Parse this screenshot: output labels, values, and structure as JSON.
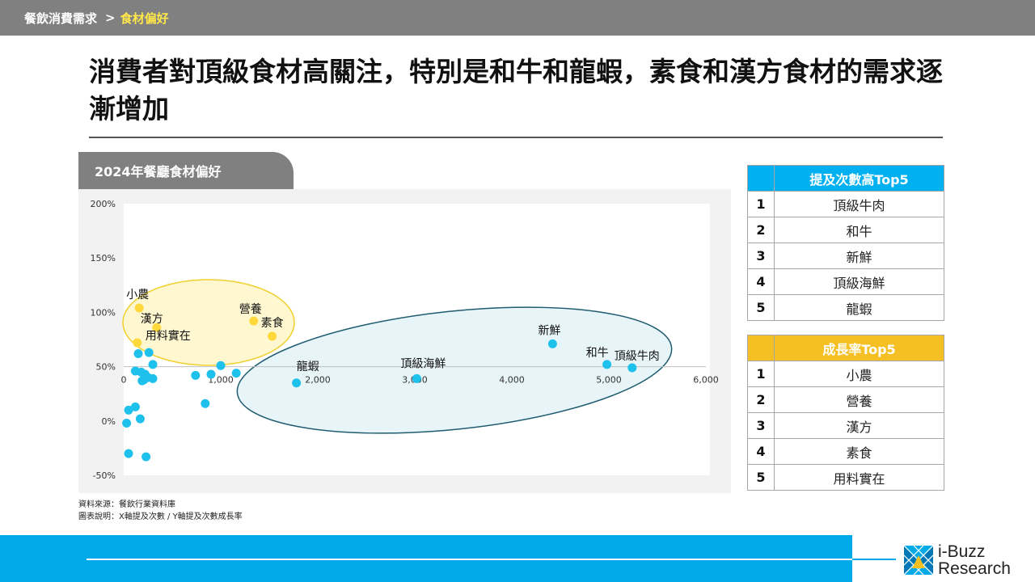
{
  "breadcrumb": {
    "parent": "餐飲消費需求",
    "separator": ">",
    "current": "食材偏好"
  },
  "headline": "消費者對頂級食材高關注，特別是和牛和龍蝦，素食和漢方食材的需求逐漸增加",
  "chart_title": "2024年餐廳食材偏好",
  "colors": {
    "series_blue": "#1ec1ec",
    "series_yellow": "#ffd93b",
    "blue_ellipse_fill": "#e3f2f7",
    "blue_ellipse_stroke": "#1f5c70",
    "yellow_ellipse_fill": "#fff6c8",
    "yellow_ellipse_stroke": "#f0d030",
    "header_blue": "#00b0f0",
    "header_yellow": "#f5c023",
    "brand_blue": "#00a9e8"
  },
  "chart_data": {
    "type": "scatter",
    "x_ticks": [
      "0",
      "1,000",
      "2,000",
      "3,000",
      "4,000",
      "5,000",
      "6,000"
    ],
    "y_ticks": [
      "200%",
      "150%",
      "100%",
      "50%",
      "0%",
      "-50%"
    ],
    "xlim": [
      0,
      6000
    ],
    "ylim": [
      -50,
      200
    ],
    "labeled_points": [
      {
        "label": "小農",
        "x": 160,
        "y": 104,
        "color": "yellow"
      },
      {
        "label": "漢方",
        "x": 340,
        "y": 86,
        "color": "yellow"
      },
      {
        "label": "營養",
        "x": 1340,
        "y": 92,
        "color": "yellow"
      },
      {
        "label": "素食",
        "x": 1530,
        "y": 78,
        "color": "yellow"
      },
      {
        "label": "用料實在",
        "x": 140,
        "y": 72,
        "color": "yellow"
      },
      {
        "label": "龍蝦",
        "x": 1780,
        "y": 35,
        "color": "blue"
      },
      {
        "label": "頂級海鮮",
        "x": 3020,
        "y": 39,
        "color": "blue"
      },
      {
        "label": "新鮮",
        "x": 4420,
        "y": 71,
        "color": "blue"
      },
      {
        "label": "和牛",
        "x": 4980,
        "y": 52,
        "color": "blue"
      },
      {
        "label": "頂級牛肉",
        "x": 5240,
        "y": 49,
        "color": "blue"
      }
    ],
    "other_points": [
      {
        "x": 150,
        "y": 62
      },
      {
        "x": 260,
        "y": 63
      },
      {
        "x": 300,
        "y": 52
      },
      {
        "x": 120,
        "y": 46
      },
      {
        "x": 180,
        "y": 45
      },
      {
        "x": 220,
        "y": 43
      },
      {
        "x": 210,
        "y": 38
      },
      {
        "x": 250,
        "y": 40
      },
      {
        "x": 190,
        "y": 37
      },
      {
        "x": 300,
        "y": 39
      },
      {
        "x": 740,
        "y": 42
      },
      {
        "x": 900,
        "y": 43
      },
      {
        "x": 1000,
        "y": 51
      },
      {
        "x": 1160,
        "y": 44
      },
      {
        "x": 840,
        "y": 16
      },
      {
        "x": 120,
        "y": 13
      },
      {
        "x": 50,
        "y": 10
      },
      {
        "x": 170,
        "y": 2
      },
      {
        "x": 30,
        "y": -2
      },
      {
        "x": 50,
        "y": -30
      },
      {
        "x": 230,
        "y": -33
      }
    ]
  },
  "source": {
    "line1": "資料來源：餐飲行業資料庫",
    "line2": "圖表說明：X軸提及次數 / Y軸提及次數成長率"
  },
  "table_mentions": {
    "header": "提及次數高Top5",
    "rows": [
      {
        "rank": "1",
        "item": "頂級牛肉"
      },
      {
        "rank": "2",
        "item": "和牛"
      },
      {
        "rank": "3",
        "item": "新鮮"
      },
      {
        "rank": "4",
        "item": "頂級海鮮"
      },
      {
        "rank": "5",
        "item": "龍蝦"
      }
    ]
  },
  "table_growth": {
    "header": "成長率Top5",
    "rows": [
      {
        "rank": "1",
        "item": "小農"
      },
      {
        "rank": "2",
        "item": "營養"
      },
      {
        "rank": "3",
        "item": "漢方"
      },
      {
        "rank": "4",
        "item": "素食"
      },
      {
        "rank": "5",
        "item": "用料實在"
      }
    ]
  },
  "logo": {
    "line1": "i-Buzz",
    "line2": "Research",
    "icon": "ibuzz-logo-icon"
  }
}
